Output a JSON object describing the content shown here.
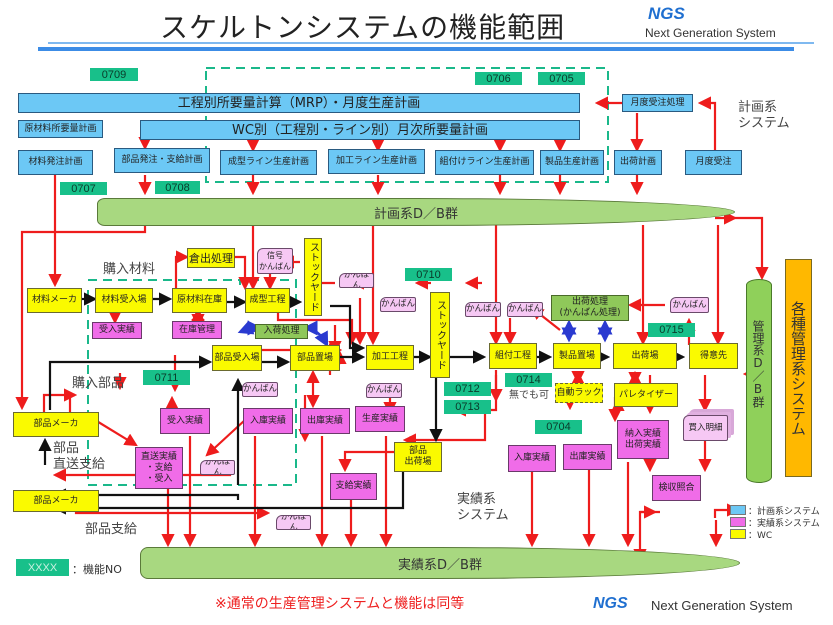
{
  "header": {
    "title": "スケルトンシステムの機能範囲",
    "brand": "NGS",
    "brand_sub": "Next Generation System"
  },
  "plan_system": {
    "mrp": "工程別所要量計算（MRP）・月度生産計画",
    "wc_monthly": "WC別（工程別・ライン別）月次所要量計画",
    "raw_material_req": "原材料所要量計画",
    "material_order": "材料発注計画",
    "parts_order": "部品発注・支給計画",
    "molding_line": "成型ライン生産計画",
    "machining_line": "加工ライン生産計画",
    "assembly_line": "組付けライン生産計画",
    "product_plan": "製品生産計画",
    "monthly_order_proc": "月度受注処理",
    "shipping_plan": "出荷計画",
    "monthly_order": "月度受注",
    "label": "計画系\nシステム"
  },
  "codes": {
    "c0709": "0709",
    "c0706": "0706",
    "c0705": "0705",
    "c0707": "0707",
    "c0708": "0708",
    "c0710": "0710",
    "c0711": "0711",
    "c0712": "0712",
    "c0713": "0713",
    "c0714": "0714",
    "c0715": "0715",
    "c0704": "0704"
  },
  "db": {
    "plan_db": "計画系D／B群",
    "actual_db": "実績系D／B群",
    "mgmt_db": "管理系D／B群",
    "mgmt_systems": "各種管理系システム"
  },
  "flow": {
    "purchased_material": "購入材料",
    "purchased_parts": "購入部品",
    "parts_direct_supply": "部品\n直送支給",
    "parts_supply": "部品支給",
    "material_maker": "材料メーカ",
    "material_receiving": "材料受入場",
    "raw_material_stock": "原材料在庫",
    "issue_processing": "倉出処理",
    "molding_process": "成型工程",
    "signal_kanban": "信号\nかんばん",
    "stockyard": "ストックヤード",
    "receiving_record_1": "受入実績",
    "inventory_mgmt": "在庫管理",
    "inbound_processing": "入荷処理",
    "parts_receiving": "部品受入場",
    "parts_storage": "部品置場",
    "machining_process": "加工工程",
    "assembly_process": "組付工程",
    "product_storage": "製品置場",
    "shipping_area": "出荷場",
    "customer": "得意先",
    "shipping_processing": "出荷処理\n(かんばん処理)",
    "auto_rack": "自動ラック",
    "auto_rack_note": "無でも可",
    "palletizer": "パレタイザー",
    "parts_maker_1": "部品メーカ",
    "parts_maker_2": "部品メーカ",
    "receiving_record_2": "受入実績",
    "stock_in_record_1": "入庫実績",
    "stock_out_record_1": "出庫実績",
    "production_record": "生産実績",
    "direct_record": "直送実績\n・支給\n・受入",
    "supply_record": "支給実績",
    "parts_shipping": "部品\n出荷場",
    "stock_in_record_2": "入庫実績",
    "stock_out_record_2": "出庫実績",
    "delivery_shipping_record": "納入実績\n出荷実績",
    "purchase_statement": "買入明細",
    "inspection_check": "検収照合",
    "kanban": "かんばん",
    "actual_label": "実績系\nシステム"
  },
  "legend": {
    "plan": "：計画系システム",
    "actual": "：実績系システム",
    "wc": "：WC",
    "code_sample": "XXXX",
    "code_desc": "：機能NO"
  },
  "colors": {
    "plan": "#6cc8f5",
    "actual": "#f06ce8",
    "wc": "#fafa00",
    "code": "#18c08a",
    "db": "#a8d880",
    "arrow": "#ee1c1c"
  },
  "footer": {
    "note": "※通常の生産管理システムと機能は同等",
    "brand": "NGS",
    "brand_sub": "Next Generation System"
  }
}
